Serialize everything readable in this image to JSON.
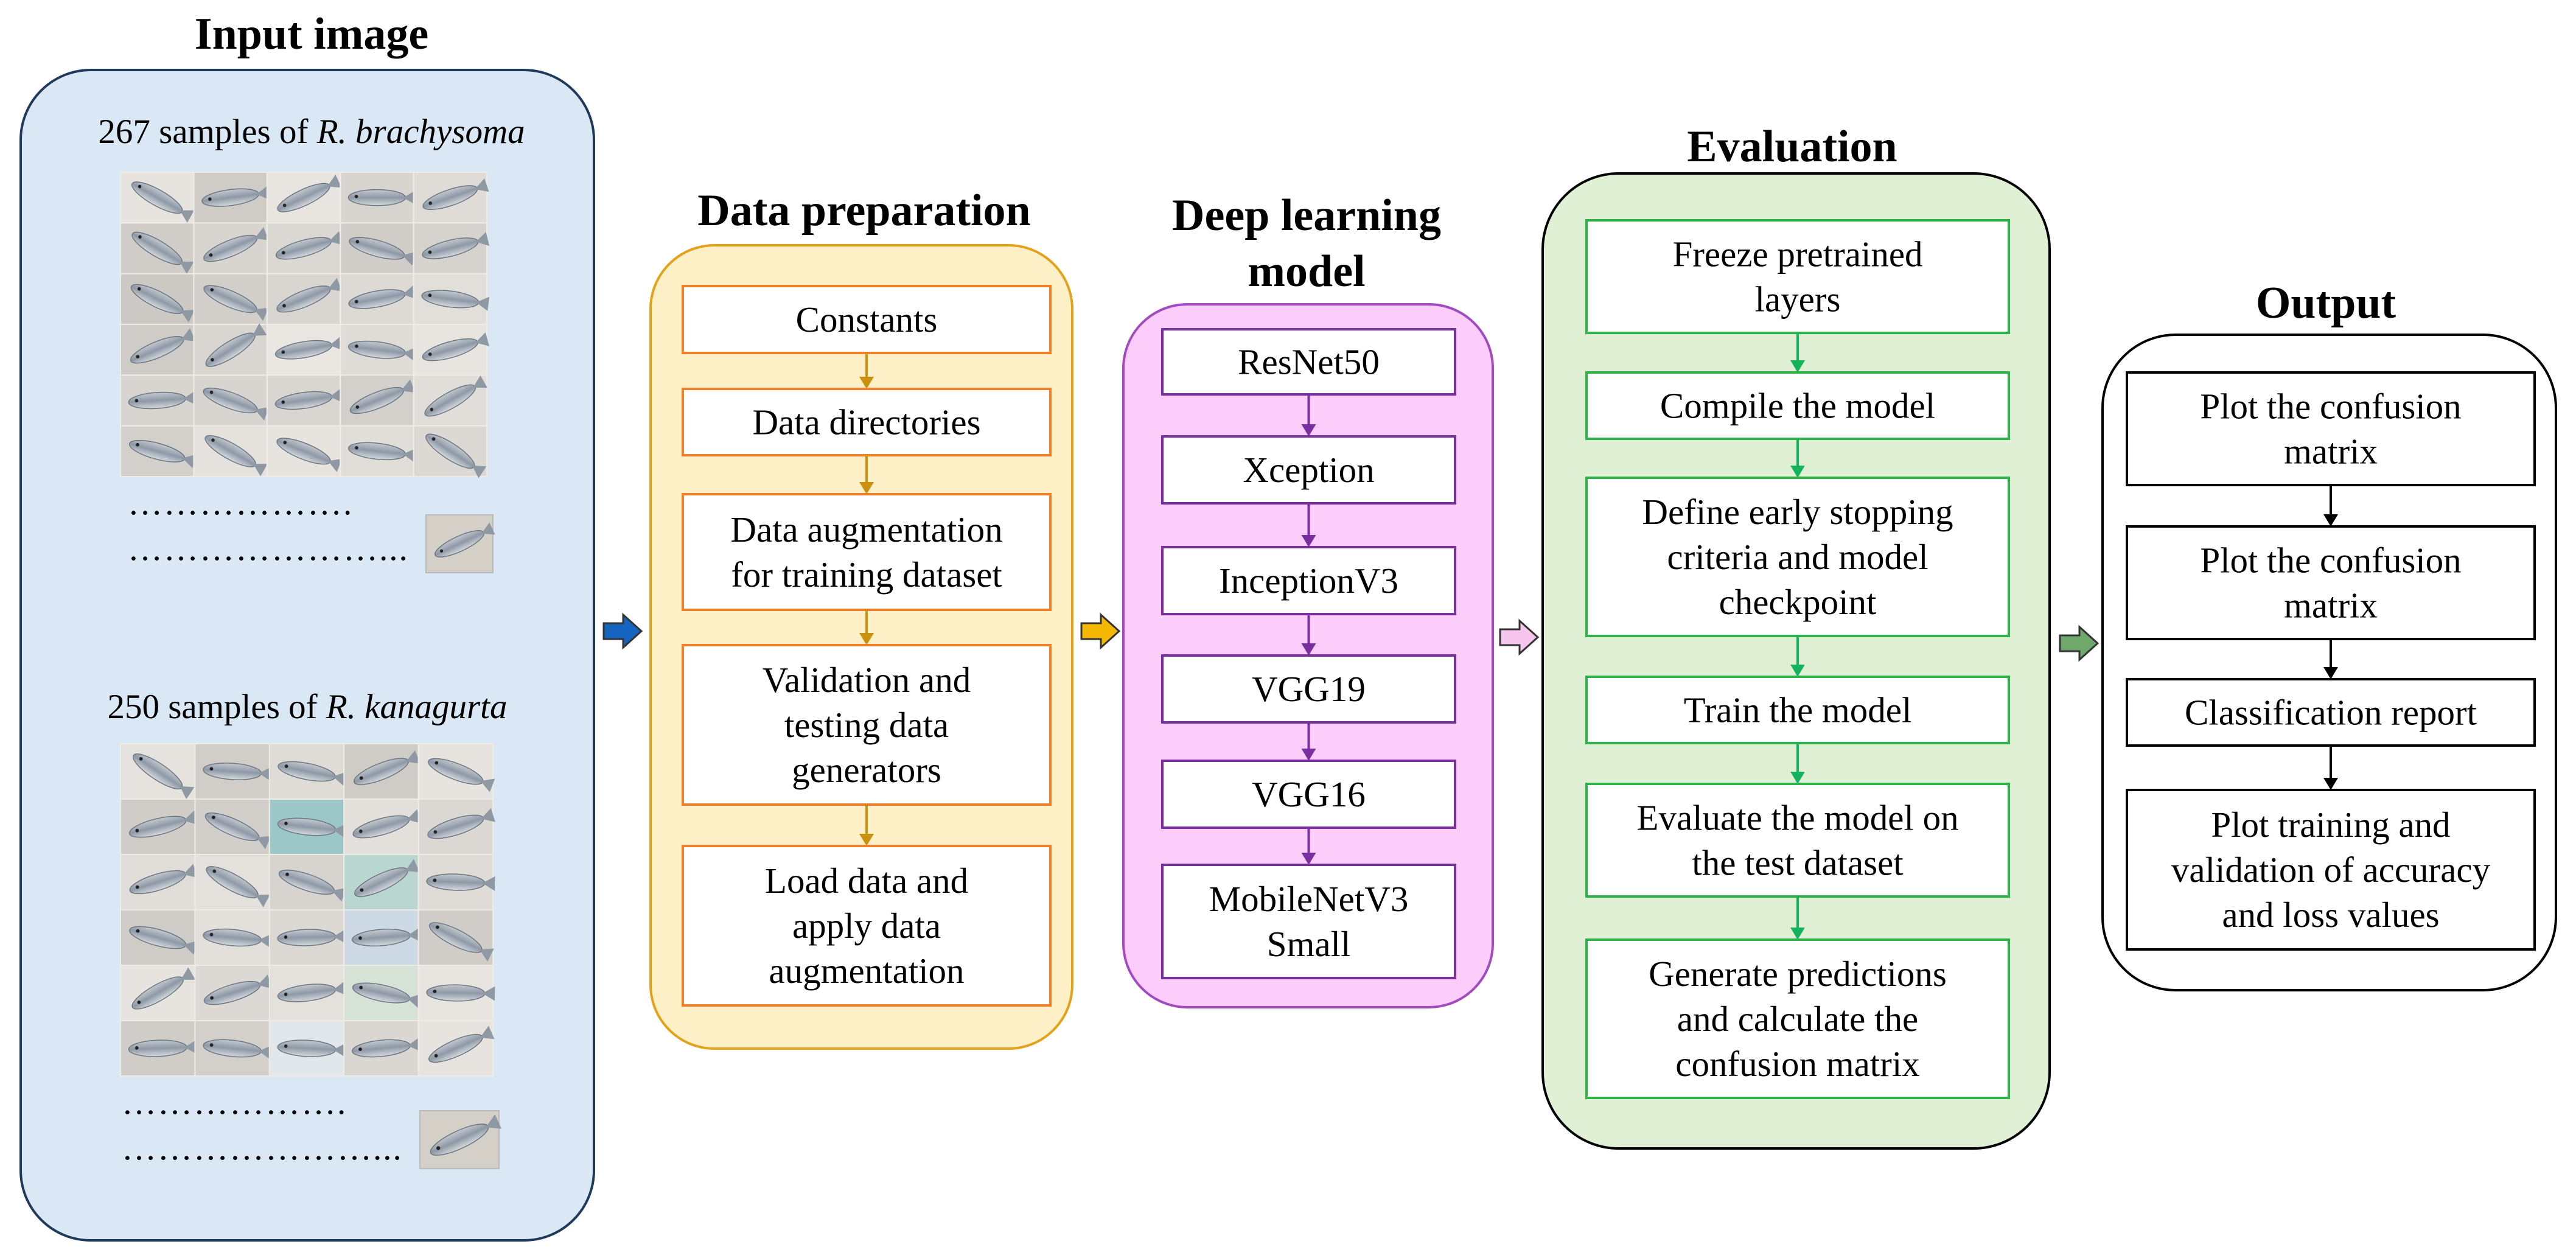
{
  "input": {
    "title": "Input image",
    "sample1": {
      "prefix": "267 samples of ",
      "species": "R. brachysoma"
    },
    "sample2": {
      "prefix": "250 samples of ",
      "species": "R. kanagurta"
    },
    "dots_short": "……………….",
    "dots_long": "…………………..."
  },
  "prep": {
    "title": "Data preparation",
    "steps": [
      [
        "Constants"
      ],
      [
        "Data directories"
      ],
      [
        "Data augmentation",
        "for training dataset"
      ],
      [
        "Validation and",
        "testing data",
        "generators"
      ],
      [
        "Load data and",
        "apply data",
        "augmentation"
      ]
    ]
  },
  "model": {
    "title": [
      "Deep learning",
      "model"
    ],
    "steps": [
      [
        "ResNet50"
      ],
      [
        "Xception"
      ],
      [
        "InceptionV3"
      ],
      [
        "VGG19"
      ],
      [
        "VGG16"
      ],
      [
        "MobileNetV3",
        "Small"
      ]
    ]
  },
  "eval": {
    "title": "Evaluation",
    "steps": [
      [
        "Freeze pretrained",
        "layers"
      ],
      [
        "Compile the model"
      ],
      [
        "Define early stopping",
        "criteria and model",
        "checkpoint"
      ],
      [
        "Train the model"
      ],
      [
        "Evaluate the model on",
        "the test dataset"
      ],
      [
        "Generate predictions",
        "and calculate the",
        "confusion matrix"
      ]
    ]
  },
  "output": {
    "title": "Output",
    "steps": [
      [
        "Plot the confusion",
        "matrix"
      ],
      [
        "Plot the confusion",
        "matrix"
      ],
      [
        "Classification report"
      ],
      [
        "Plot training and",
        "validation of accuracy",
        "and loss values"
      ]
    ]
  },
  "colors": {
    "input_fill": "#dae8f6",
    "input_stroke": "#1f3a5a",
    "prep_fill": "#fdf0c6",
    "prep_stroke": "#e3a21a",
    "prep_box": "#f07f2b",
    "prep_arrow": "#c9910d",
    "model_fill": "#fccdfb",
    "model_stroke": "#a14bbf",
    "model_box": "#7a2fa0",
    "model_arrow": "#7a2fa0",
    "eval_fill": "#dff0d4",
    "eval_stroke": "#000000",
    "eval_box": "#2db34a",
    "eval_arrow": "#13b35b",
    "output_fill": "#ffffff",
    "output_stroke": "#000000",
    "output_box": "#000000",
    "output_arrow": "#000000",
    "block_arrow_1": "#1565c0",
    "block_arrow_2": "#f5b800",
    "block_arrow_3": "#f7c6ec",
    "block_arrow_4": "#6fa86a"
  },
  "icons": [
    "right-block-arrow-icon",
    "down-arrow-icon",
    "fish-photo-icon"
  ]
}
